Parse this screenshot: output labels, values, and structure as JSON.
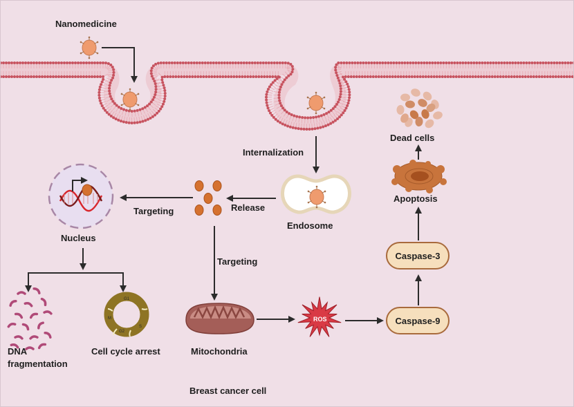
{
  "title": "Nanomedicine mechanism of action in breast cancer cell",
  "colors": {
    "background": "#f0dfe7",
    "membrane": "#c7535f",
    "membrane_tail": "#e7a9b3",
    "nanoparticle": "#ef9b6e",
    "released_particle": "#d5712f",
    "caspase_fill": "#f6dfbd",
    "caspase_border": "#a86a3c",
    "ros": "#d93a45",
    "cell_cycle": "#8e7424",
    "dna_fragment": "#b04a78",
    "mitochondria": "#a45e58",
    "apoptosis": "#c8743c",
    "arrow": "#2b2b2b"
  },
  "labels": {
    "nanomedicine": "Nanomedicine",
    "internalization": "Internalization",
    "endosome": "Endosome",
    "release": "Release",
    "targeting_nucleus": "Targeting",
    "targeting_mito": "Targeting",
    "nucleus": "Nucleus",
    "dna_fragmentation_line1": "DNA",
    "dna_fragmentation_line2": "fragmentation",
    "cell_cycle_arrest": "Cell cycle arrest",
    "mitochondria": "Mitochondria",
    "ros": "ROS",
    "caspase9": "Caspase-9",
    "caspase3": "Caspase-3",
    "apoptosis": "Apoptosis",
    "dead_cells": "Dead cells",
    "breast_cancer_cell": "Breast cancer cell"
  },
  "cell_cycle_phases": [
    "G1",
    "S",
    "G2",
    "M"
  ],
  "icons": {
    "nanoparticle": "nanoparticle-icon",
    "endosome": "endosome-icon",
    "nucleus": "nucleus-dna-icon",
    "mitochondria": "mitochondria-icon",
    "ros": "ros-burst-icon",
    "apoptosis": "apoptotic-cell-icon",
    "dead_cells": "dead-cells-icon",
    "dna_fragments": "dna-fragments-icon",
    "cell_cycle": "cell-cycle-ring-icon"
  }
}
